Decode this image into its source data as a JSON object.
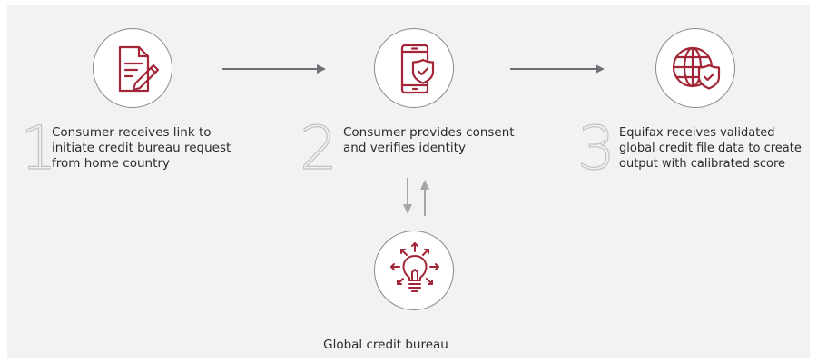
{
  "colors": {
    "accent": "#a32638",
    "background": "#f2f2f2",
    "circle_border": "#8a8a8a",
    "connector": "#6e7176",
    "numeral": "#c2c2c2",
    "text": "#2b2b2b"
  },
  "steps": [
    {
      "number": "1",
      "icon": "document-pen-icon",
      "lines": [
        "Consumer receives link to",
        "initiate credit bureau request",
        "from home country"
      ]
    },
    {
      "number": "2",
      "icon": "phone-shield-icon",
      "lines": [
        "Consumer provides consent",
        "and verifies identity"
      ]
    },
    {
      "number": "3",
      "icon": "globe-shield-icon",
      "lines": [
        "Equifax receives validated",
        "global credit file data to create",
        "output with calibrated score"
      ]
    }
  ],
  "bureau": {
    "icon": "lightbulb-icon",
    "label": "Global credit bureau"
  }
}
